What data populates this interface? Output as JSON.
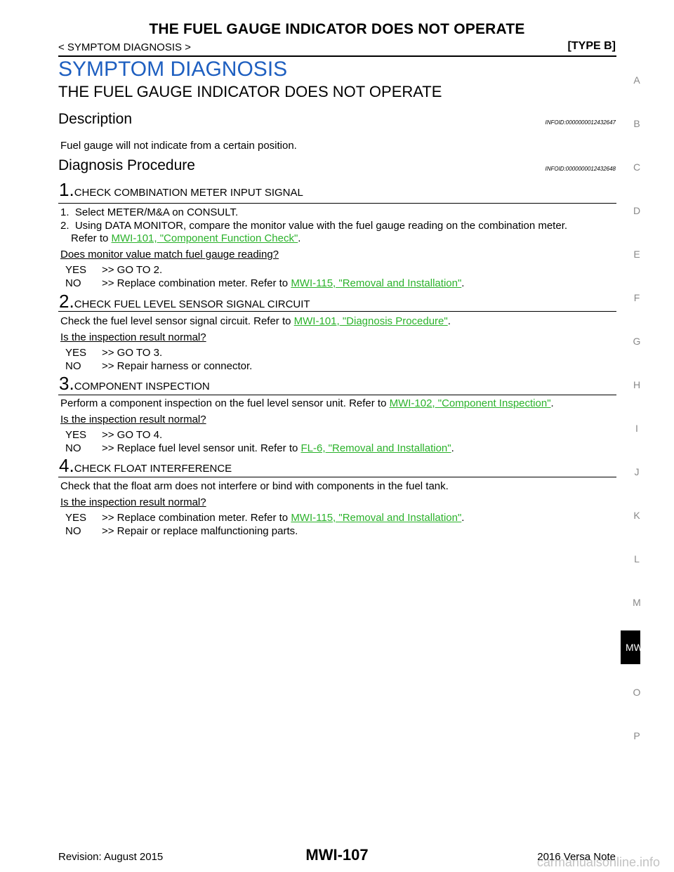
{
  "header": {
    "title": "THE FUEL GAUGE INDICATOR DOES NOT OPERATE",
    "left": "< SYMPTOM DIAGNOSIS >",
    "right": "[TYPE B]"
  },
  "section_title": "SYMPTOM DIAGNOSIS",
  "subtitle": "THE FUEL GAUGE INDICATOR DOES NOT OPERATE",
  "description": {
    "heading": "Description",
    "infoid": "INFOID:0000000012432647",
    "text": "Fuel gauge will not indicate from a certain position."
  },
  "procedure": {
    "heading": "Diagnosis Procedure",
    "infoid": "INFOID:0000000012432648"
  },
  "steps": [
    {
      "num": "1.",
      "title": "CHECK COMBINATION METER INPUT SIGNAL",
      "line1": "1.  Select METER/M&A on CONSULT.",
      "line2": "2.  Using DATA MONITOR, compare the monitor value with the fuel gauge reading on the combination meter.",
      "line3_prefix": "Refer to ",
      "line3_link": "MWI-101, \"Component Function Check\"",
      "line3_suffix": ".",
      "question": "Does monitor value match fuel gauge reading?",
      "yes_key": "YES",
      "yes_text": ">> GO TO 2.",
      "no_key": "NO",
      "no_prefix": ">> Replace combination meter. Refer to ",
      "no_link": "MWI-115, \"Removal and Installation\"",
      "no_suffix": "."
    },
    {
      "num": "2.",
      "title": "CHECK FUEL LEVEL SENSOR SIGNAL CIRCUIT",
      "text_prefix": "Check the fuel level sensor signal circuit. Refer to ",
      "text_link": "MWI-101, \"Diagnosis  Procedure\"",
      "text_suffix": ".",
      "question": "Is the inspection result normal?",
      "yes_key": "YES",
      "yes_text": ">> GO TO 3.",
      "no_key": "NO",
      "no_text": ">> Repair harness or connector."
    },
    {
      "num": "3.",
      "title": "COMPONENT INSPECTION",
      "text_prefix": "Perform a component inspection on the fuel level sensor unit. Refer to ",
      "text_link": "MWI-102, \"Component Inspection\"",
      "text_suffix": ".",
      "question": "Is the inspection result normal?",
      "yes_key": "YES",
      "yes_text": ">> GO TO 4.",
      "no_key": "NO",
      "no_prefix": ">> Replace fuel level sensor unit. Refer to ",
      "no_link": "FL-6, \"Removal and Installation\"",
      "no_suffix": "."
    },
    {
      "num": "4.",
      "title": "CHECK FLOAT INTERFERENCE",
      "text": "Check that the float arm does not interfere or bind with components in the fuel tank.",
      "question": "Is the inspection result normal?",
      "yes_key": "YES",
      "yes_prefix": ">> Replace combination meter. Refer to ",
      "yes_link": "MWI-115, \"Removal and Installation\"",
      "yes_suffix": ".",
      "no_key": "NO",
      "no_text": ">> Repair or replace malfunctioning parts."
    }
  ],
  "side_tabs": [
    "A",
    "B",
    "C",
    "D",
    "E",
    "F",
    "G",
    "H",
    "I",
    "J",
    "K",
    "L",
    "M",
    "O",
    "P"
  ],
  "active_tab": "MWI",
  "footer": {
    "revision": "Revision: August 2015",
    "page": "MWI-107",
    "model": "2016 Versa Note"
  },
  "watermark": "carmanualsonline.info"
}
